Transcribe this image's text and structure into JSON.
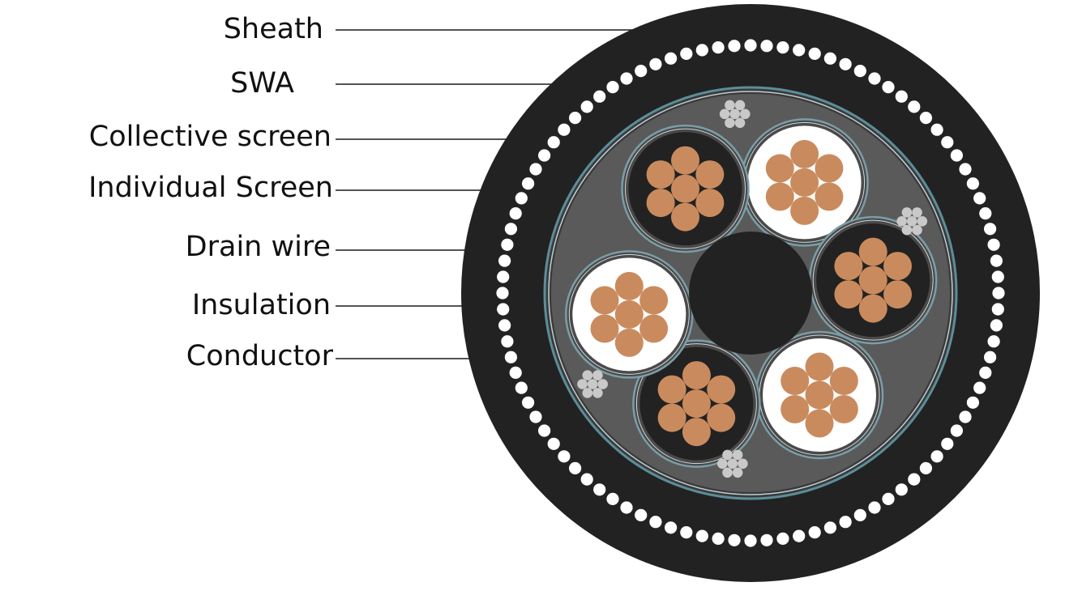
{
  "labels": [
    {
      "id": "sheath",
      "text": "Sheath"
    },
    {
      "id": "swa",
      "text": "SWA"
    },
    {
      "id": "collective-screen",
      "text": "Collective screen"
    },
    {
      "id": "individual-screen",
      "text": "Individual Screen"
    },
    {
      "id": "drain-wire",
      "text": "Drain wire"
    },
    {
      "id": "insulation",
      "text": "Insulation"
    },
    {
      "id": "conductor",
      "text": "Conductor"
    }
  ],
  "colors": {
    "sheath": "#222222",
    "armour_wire": "#ffffff",
    "bedding": "#2a2a2a",
    "collective_screen": "#5b8e9a",
    "filler": "#5a5a5a",
    "insulation_black": "#222222",
    "insulation_white": "#ffffff",
    "copper": "#c98b5e",
    "drain_wire": "#c9c9c9",
    "individual_screen": "#7a9ea8"
  }
}
